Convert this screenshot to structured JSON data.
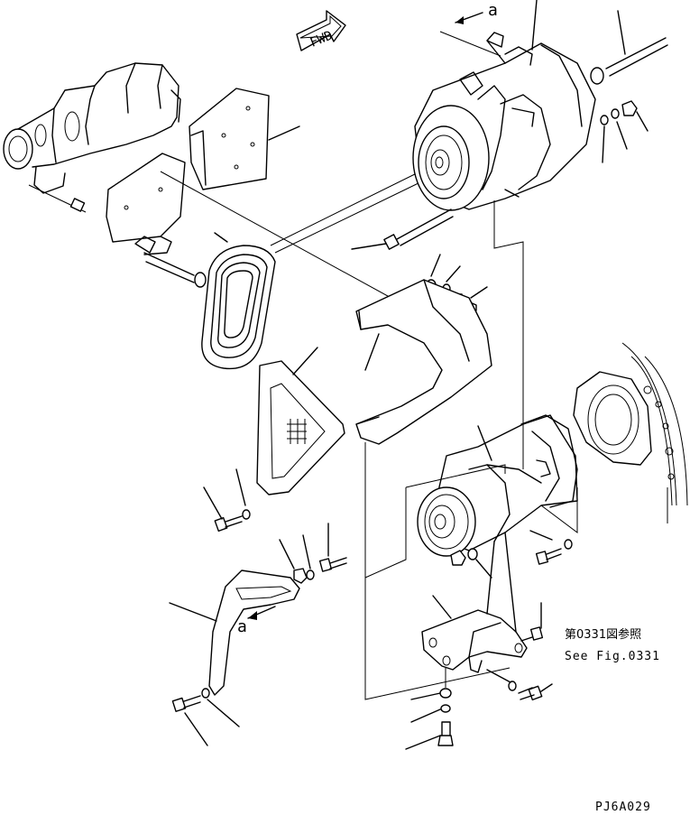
{
  "fwd_label": "FWD",
  "marker_top": "a",
  "marker_belt": "a",
  "ref_jp": "第0331図参照",
  "ref_en": "See Fig.0331",
  "figure_code": "PJ6A029"
}
